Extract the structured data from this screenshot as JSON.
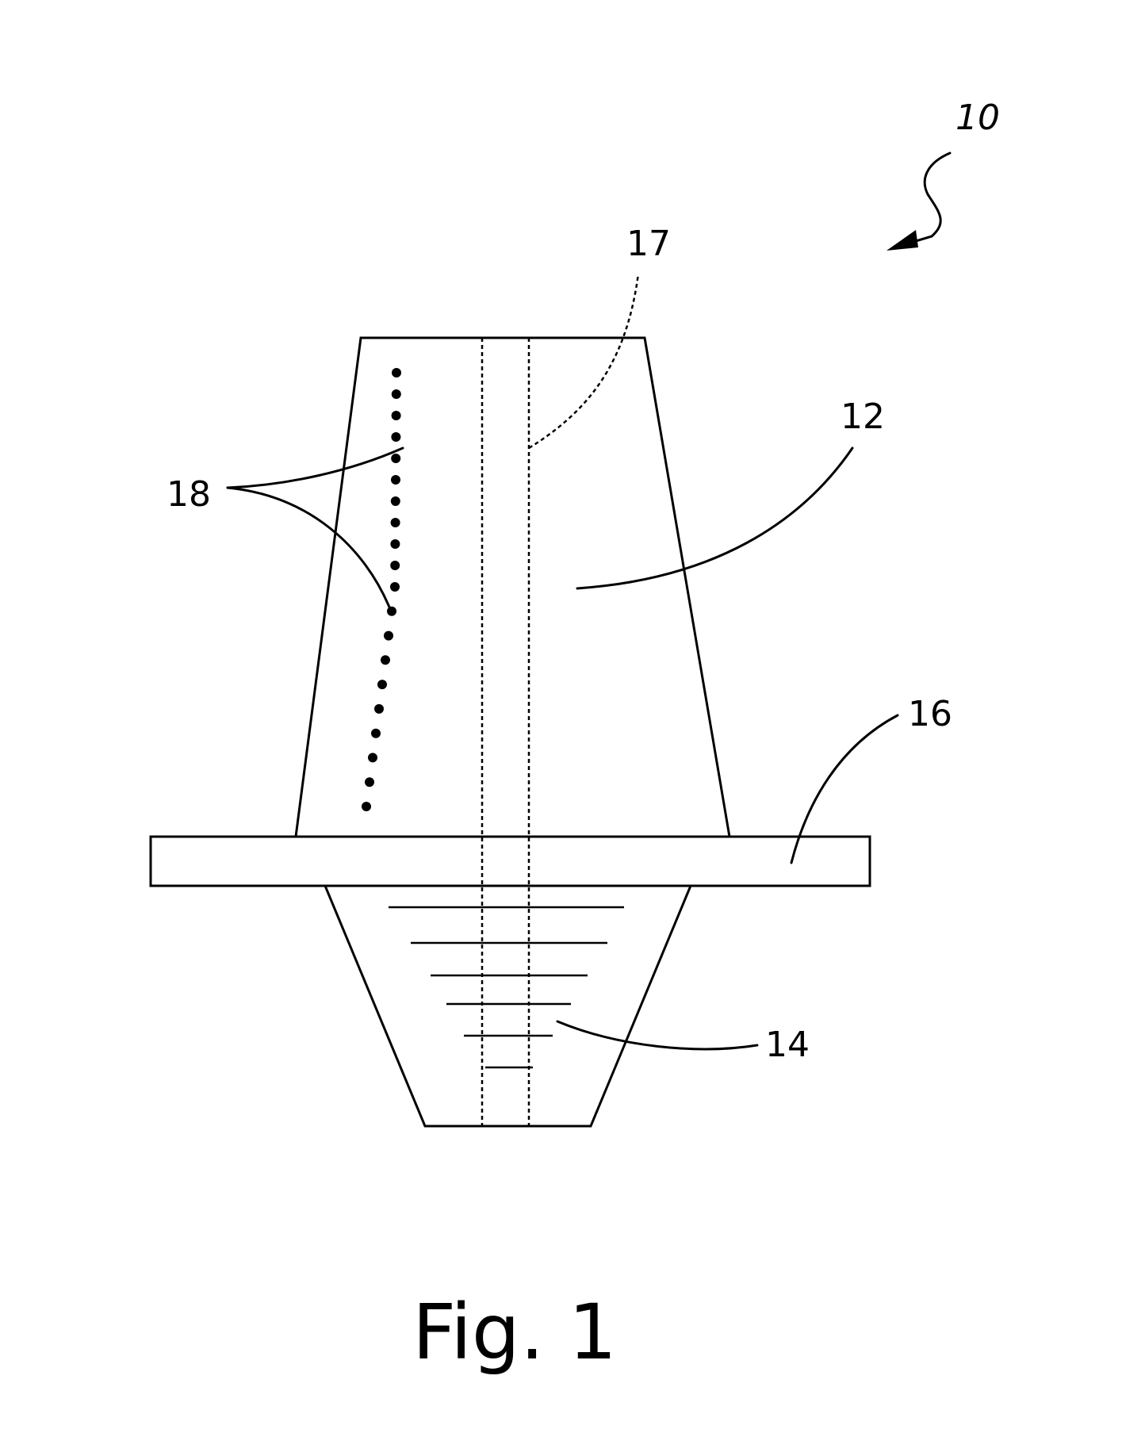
{
  "figure": {
    "caption": "Fig. 1",
    "labels": {
      "assembly": "10",
      "upper_body": "12",
      "lower_portion": "14",
      "flange": "16",
      "channel": "17",
      "markings": "18"
    }
  },
  "colors": {
    "ink": "#000000",
    "background": "#ffffff"
  }
}
